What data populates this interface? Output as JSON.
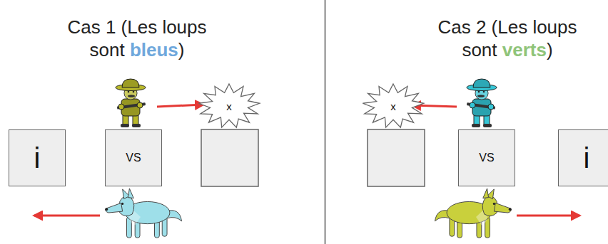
{
  "diagram": {
    "nodes": [
      {
        "text": [
          "x"
        ]
      },
      {
        "text": [
          "i"
        ]
      },
      {
        "text": [
          "VS"
        ]
      },
      {
        "text": [
          "x"
        ]
      },
      {
        "text": [
          "VS"
        ]
      },
      {
        "text": [
          "i"
        ]
      }
    ],
    "labels": [
      "Cas 1 (Les loups sont",
      "bleus",
      ")",
      "Cas 2 (Les loups sont",
      "verts",
      ")"
    ]
  }
}
